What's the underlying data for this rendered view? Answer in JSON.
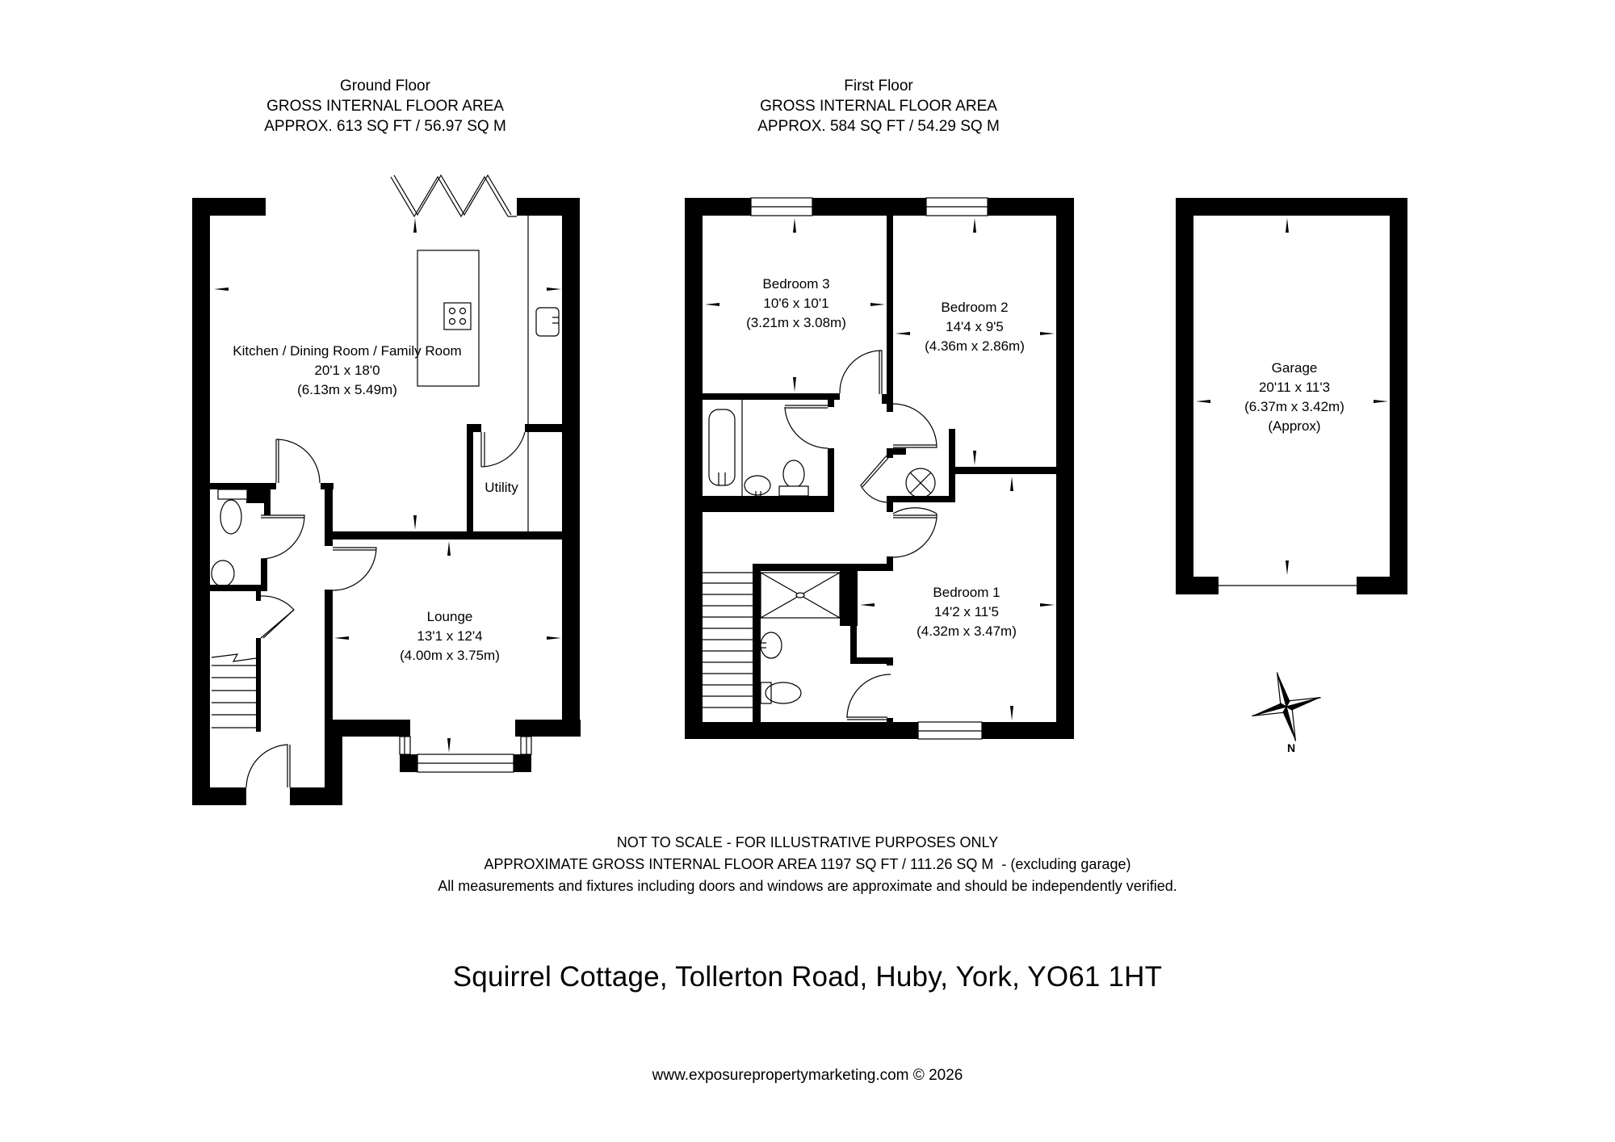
{
  "ground_floor": {
    "title": "Ground Floor",
    "subtitle": "GROSS INTERNAL FLOOR AREA",
    "area": "APPROX. 613 SQ FT / 56.97 SQ M",
    "rooms": [
      {
        "name": "Kitchen / Dining Room / Family Room",
        "imperial": "20'1 x 18'0",
        "metric": "(6.13m x 5.49m)"
      },
      {
        "name": "Utility"
      },
      {
        "name": "Lounge",
        "imperial": "13'1 x 12'4",
        "metric": "(4.00m x 3.75m)"
      }
    ]
  },
  "first_floor": {
    "title": "First Floor",
    "subtitle": "GROSS INTERNAL FLOOR AREA",
    "area": "APPROX. 584 SQ FT / 54.29 SQ M",
    "rooms": [
      {
        "name": "Bedroom 3",
        "imperial": "10'6 x 10'1",
        "metric": "(3.21m x 3.08m)"
      },
      {
        "name": "Bedroom 2",
        "imperial": "14'4 x 9'5",
        "metric": "(4.36m x 2.86m)"
      },
      {
        "name": "Bedroom 1",
        "imperial": "14'2 x 11'5",
        "metric": "(4.32m x 3.47m)"
      }
    ]
  },
  "garage": {
    "name": "Garage",
    "imperial": "20'11 x 11'3",
    "metric": "(6.37m x 3.42m)",
    "note": "(Approx)"
  },
  "compass": {
    "label": "N"
  },
  "notes": {
    "line1": "NOT TO SCALE - FOR ILLUSTRATIVE PURPOSES ONLY",
    "line2": "APPROXIMATE GROSS INTERNAL FLOOR AREA 1197 SQ FT / 111.26 SQ M  - (excluding garage)",
    "line3": "All measurements and fixtures including doors and windows are approximate and should be independently verified."
  },
  "address": "Squirrel Cottage, Tollerton Road, Huby, York, YO61 1HT",
  "footer": "www.exposurepropertymarketing.com © 2026",
  "colors": {
    "wall": "#000000",
    "background": "#ffffff"
  }
}
